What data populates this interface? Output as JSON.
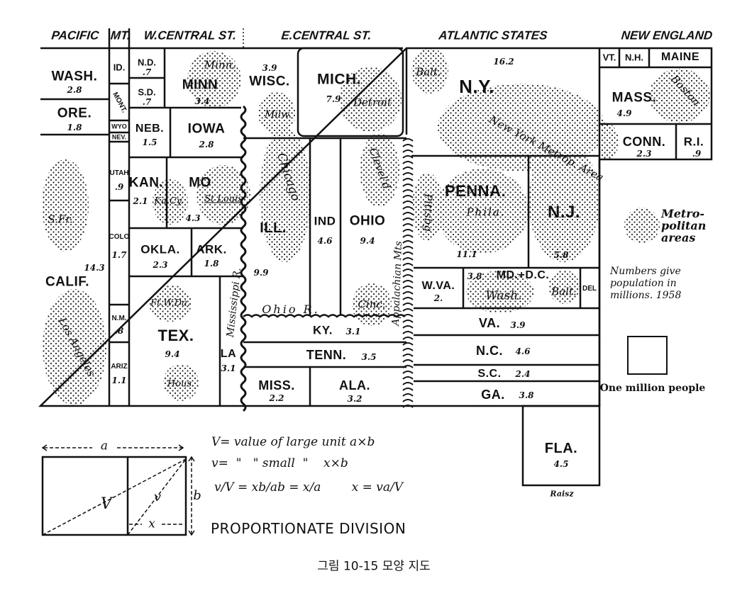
{
  "regions": {
    "pacific": "PACIFIC",
    "mountain": "MT.",
    "w_central": "W.CENTRAL ST.",
    "e_central": "E.CENTRAL ST.",
    "atlantic": "ATLANTIC STATES",
    "new_england": "NEW ENGLAND"
  },
  "states": {
    "wash": {
      "name": "WASH.",
      "pop": "2.8"
    },
    "ore": {
      "name": "ORE.",
      "pop": "1.8"
    },
    "calif": {
      "name": "CALIF.",
      "pop": "14.3"
    },
    "id": {
      "name": "ID."
    },
    "mont": {
      "name": "MONT."
    },
    "wyo": {
      "name": "WYO"
    },
    "nev": {
      "name": "NEV."
    },
    "utah": {
      "name": "UTAH",
      "pop": ".9"
    },
    "colo": {
      "name": "COLO",
      "pop": "1.7"
    },
    "nm": {
      "name": "N.M.",
      "pop": ".8"
    },
    "ariz": {
      "name": "ARIZ",
      "pop": "1.1"
    },
    "nd": {
      "name": "N.D.",
      "pop": ".7"
    },
    "sd": {
      "name": "S.D.",
      "pop": ".7"
    },
    "minn": {
      "name": "MINN",
      "pop": "3.4"
    },
    "neb": {
      "name": "NEB.",
      "pop": "1.5"
    },
    "iowa": {
      "name": "IOWA",
      "pop": "2.8"
    },
    "kan": {
      "name": "KAN.",
      "pop": "2.1"
    },
    "mo": {
      "name": "MO",
      "pop": "4.3"
    },
    "okla": {
      "name": "OKLA.",
      "pop": "2.3"
    },
    "ark": {
      "name": "ARK.",
      "pop": "1.8"
    },
    "tex": {
      "name": "TEX.",
      "pop": "9.4"
    },
    "la": {
      "name": "LA",
      "pop": "3.1"
    },
    "wisc": {
      "name": "WISC.",
      "pop": "3.9"
    },
    "mich": {
      "name": "MICH.",
      "pop": "7.9"
    },
    "ill": {
      "name": "ILL.",
      "pop": "9.9"
    },
    "ind": {
      "name": "IND",
      "pop": "4.6"
    },
    "ohio": {
      "name": "OHIO",
      "pop": "9.4"
    },
    "ky": {
      "name": "KY.",
      "pop": "3.1"
    },
    "tenn": {
      "name": "TENN.",
      "pop": "3.5"
    },
    "miss": {
      "name": "MISS.",
      "pop": "2.2"
    },
    "ala": {
      "name": "ALA.",
      "pop": "3.2"
    },
    "ny": {
      "name": "N.Y.",
      "pop": "16.2"
    },
    "penna": {
      "name": "PENNA.",
      "pop": "11.1"
    },
    "nj": {
      "name": "N.J.",
      "pop": "5.8"
    },
    "wva": {
      "name": "W.VA.",
      "pop": "2."
    },
    "md": {
      "name": "MD.+D.C.",
      "pop": "3.8"
    },
    "del": {
      "name": "DEL"
    },
    "va": {
      "name": "VA.",
      "pop": "3.9"
    },
    "nc": {
      "name": "N.C.",
      "pop": "4.6"
    },
    "sc": {
      "name": "S.C.",
      "pop": "2.4"
    },
    "ga": {
      "name": "GA.",
      "pop": "3.8"
    },
    "fla": {
      "name": "FLA.",
      "pop": "4.5"
    },
    "vt": {
      "name": "VT."
    },
    "nh": {
      "name": "N.H."
    },
    "maine": {
      "name": "MAINE"
    },
    "mass": {
      "name": "MASS.",
      "pop": "4.9"
    },
    "conn": {
      "name": "CONN.",
      "pop": "2.3"
    },
    "ri": {
      "name": "R.I.",
      "pop": ".9"
    }
  },
  "metros": {
    "minn": "Minn.",
    "milw": "Milw.",
    "detroit": "Detroit",
    "chicago": "Chicago",
    "cleveland": "Clevel'd",
    "cinc": "Cinc.",
    "kacy": "Ka.Cy.",
    "stlouis": "St Louis",
    "sfr": "S.Fr.",
    "la": "Los Angeles",
    "ftwda": "Ft.W.Da.",
    "hous": "Hous.",
    "pittsbg": "Pittsbg",
    "phila": "Phila.",
    "nyarea": "New York Metrop. Area",
    "balt_ny": "Balt.",
    "boston": "Boston",
    "wash": "Wash.",
    "balt_md": "Balt."
  },
  "features": {
    "mississippi": "Mississippi R.",
    "ohio": "Ohio R.",
    "appalachian": "Appalachian Mts"
  },
  "legend": {
    "metro": "Metro-politan areas",
    "numbers": "Numbers give population in millions. 1958",
    "unit": "One million people"
  },
  "proportionate": {
    "a": "a",
    "b": "b",
    "x": "x",
    "V": "V",
    "v": "v",
    "line1": "V= value of large unit   a×b",
    "line2": "v=  \"   \" small  \"    x×b",
    "line3": "v/V = xb/ab = x/a        x = va/V",
    "title": "PROPORTIONATE DIVISION"
  },
  "author": "Raisz",
  "caption": "그림 10-15  모양 지도"
}
